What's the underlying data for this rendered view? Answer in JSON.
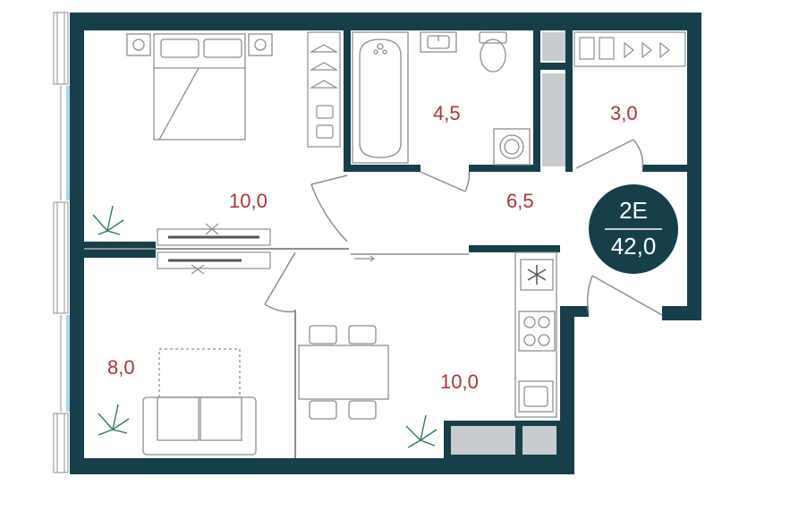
{
  "apartment": {
    "type_code": "2E",
    "total_area": "42,0"
  },
  "rooms": {
    "bedroom": "10,0",
    "living": "8,0",
    "kitchen": "10,0",
    "bathroom": "4,5",
    "wardrobe": "3,0",
    "hallway": "6,5"
  },
  "colors": {
    "wall": "#173f4a",
    "area_text": "#b0323c",
    "furniture_line": "#8a8f94",
    "cabinet_fill": "#c9ccce",
    "window_glass": "#a9d8ec",
    "plant": "#2f7a5a"
  }
}
